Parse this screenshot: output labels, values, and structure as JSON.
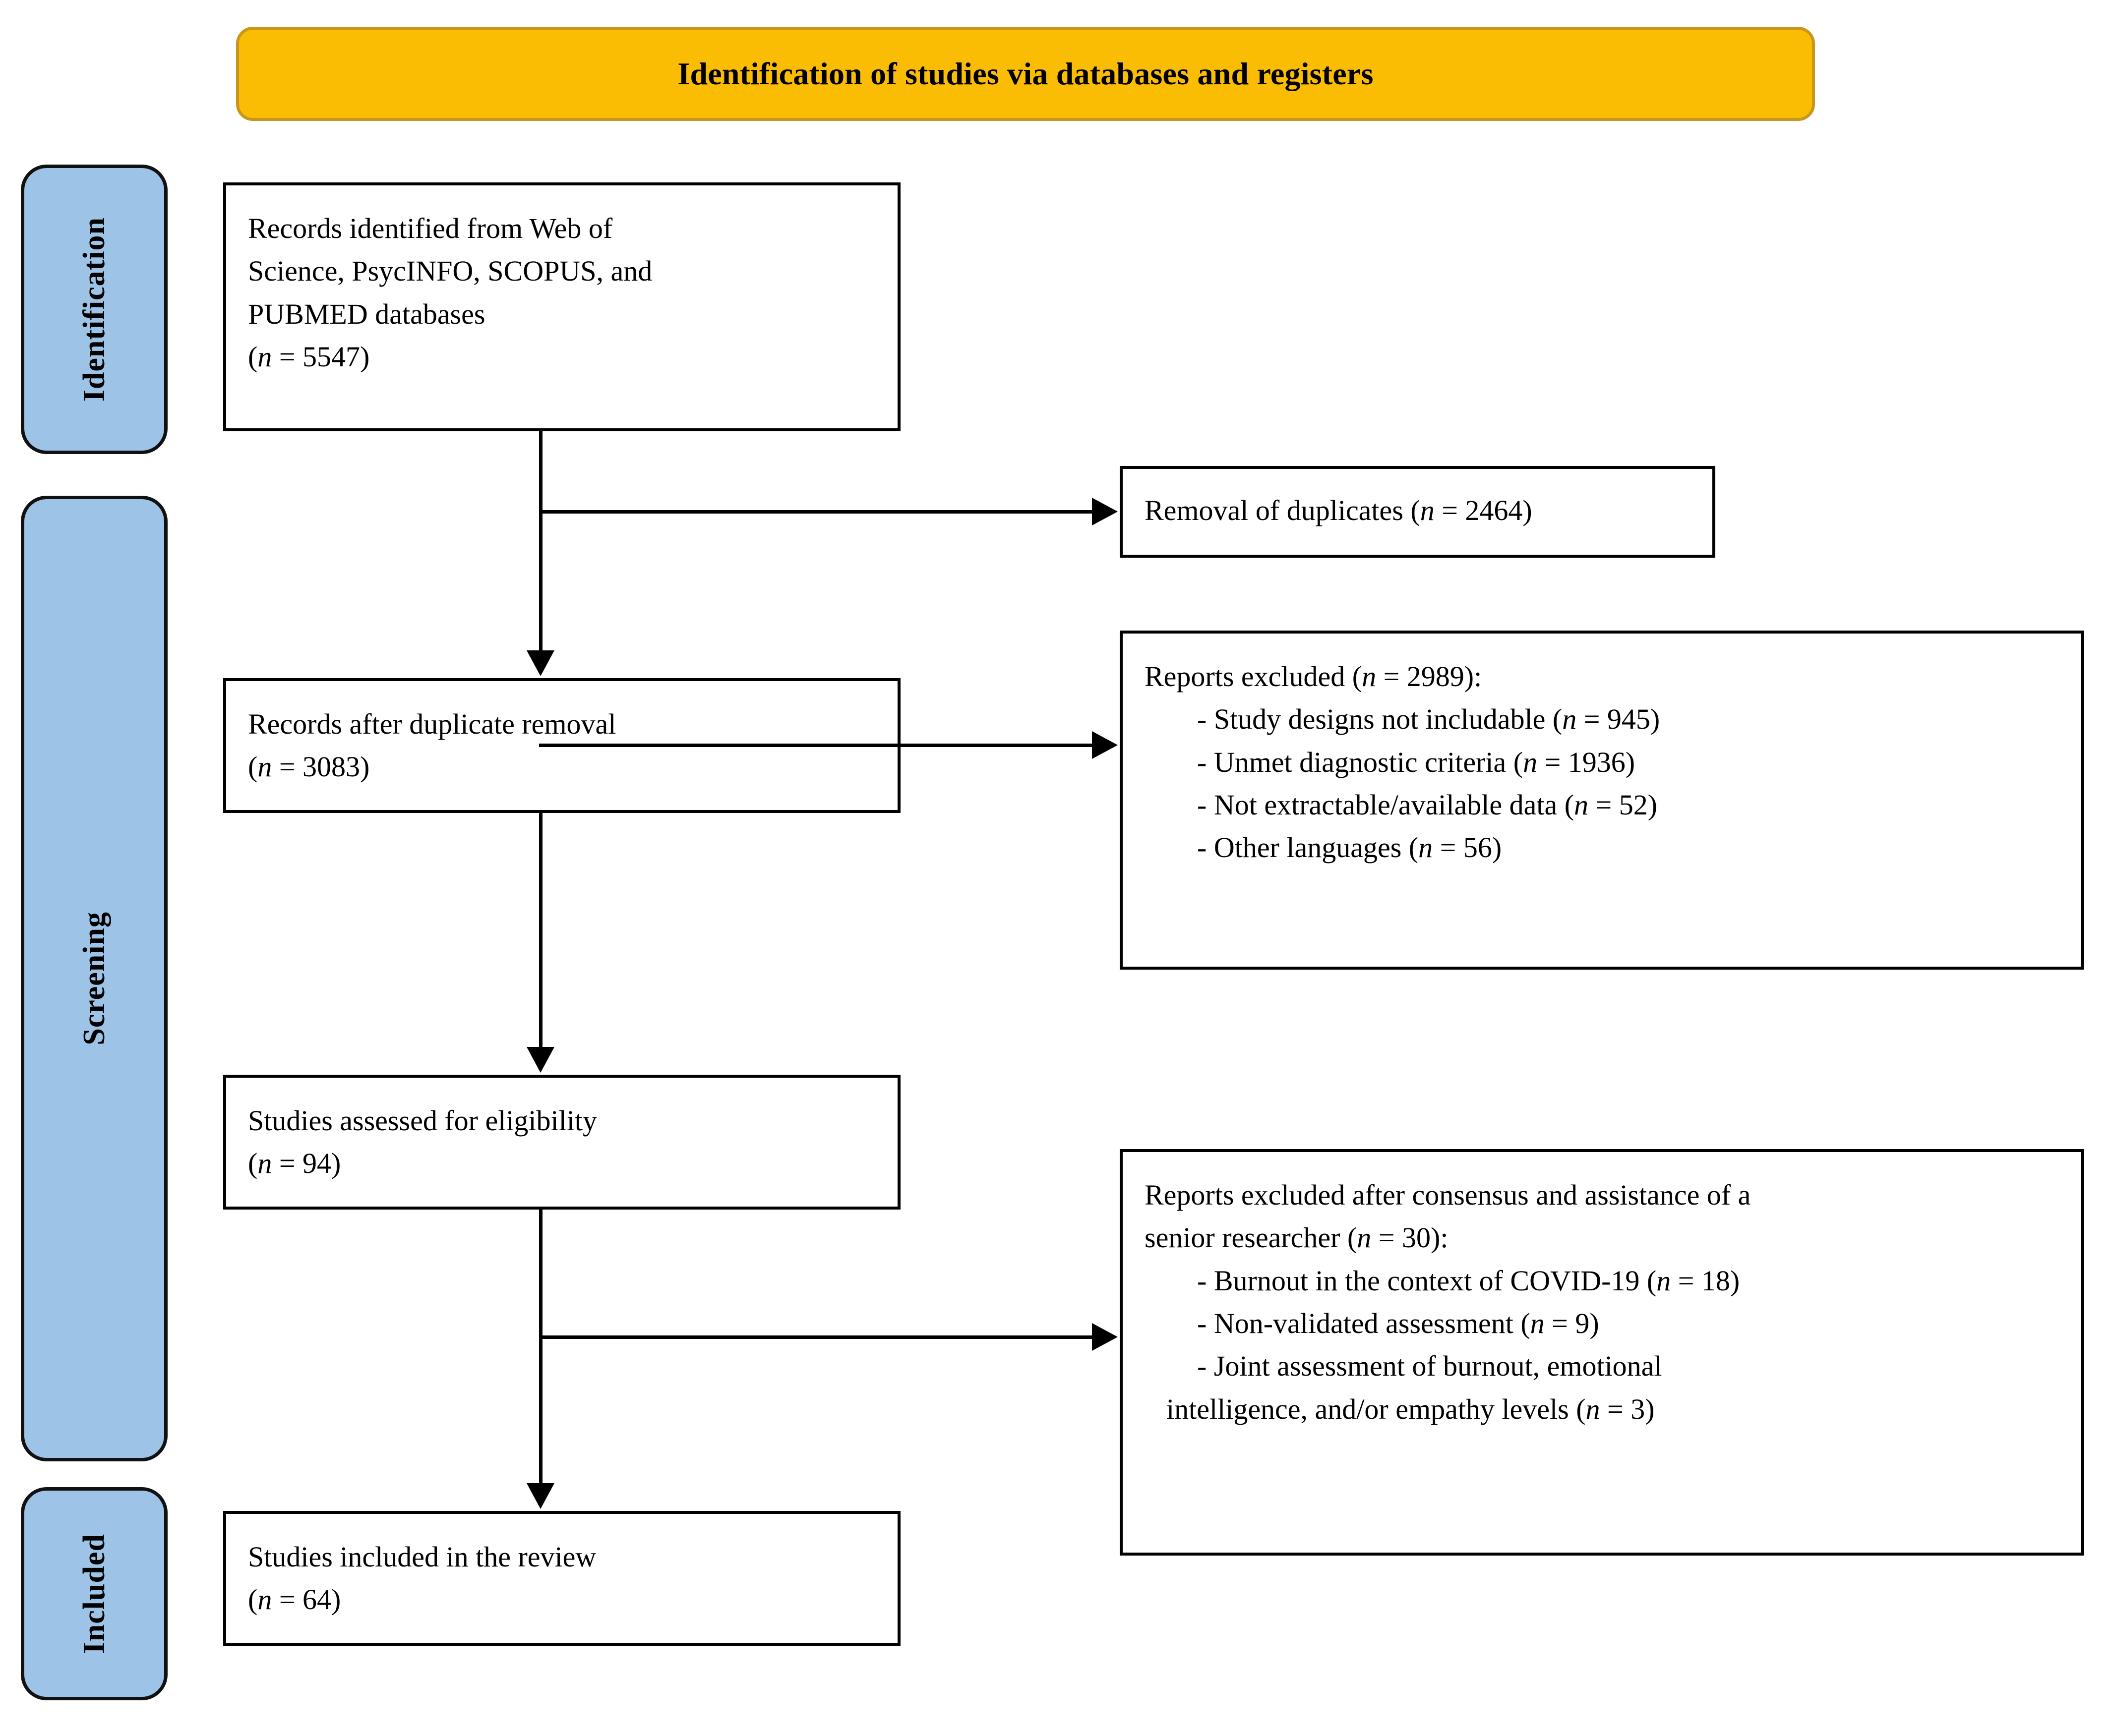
{
  "header": {
    "title": "Identification of studies via databases and registers"
  },
  "stages": [
    {
      "id": "identification",
      "label": "Identification"
    },
    {
      "id": "screening",
      "label": "Screening"
    },
    {
      "id": "included",
      "label": "Included"
    }
  ],
  "boxes": {
    "identified": {
      "line1": "Records identified from Web of",
      "line2": "Science, PsycINFO, SCOPUS, and",
      "line3": "PUBMED databases",
      "count_open": "(",
      "count_n": "n",
      "count_value": " = 5547)"
    },
    "duplicates": {
      "text": "Removal of duplicates (",
      "count_n": "n",
      "count_value": " = 2464)"
    },
    "after_duplicates": {
      "line1": "Records after duplicate removal",
      "count_open": "(",
      "count_n": "n",
      "count_value": " = 3083)"
    },
    "excluded_1": {
      "heading_pre": "Reports excluded (",
      "heading_n": "n",
      "heading_post": " = 2989):",
      "items": [
        {
          "text": "- Study designs not includable (",
          "n": "n",
          "value": " = 945)"
        },
        {
          "text": "- Unmet diagnostic criteria (",
          "n": "n",
          "value": " = 1936)"
        },
        {
          "text": "- Not extractable/available data (",
          "n": "n",
          "value": " = 52)"
        },
        {
          "text": "- Other languages (",
          "n": "n",
          "value": " = 56)"
        }
      ]
    },
    "eligibility": {
      "line1": "Studies assessed for eligibility",
      "count_open": "(",
      "count_n": "n",
      "count_value": " = 94)"
    },
    "excluded_2": {
      "heading_line1": "Reports excluded after consensus and assistance of a",
      "heading_line2_pre": "senior researcher (",
      "heading_n": "n",
      "heading_post": " = 30):",
      "items": [
        {
          "text": "- Burnout in the context of COVID-19 (",
          "n": "n",
          "value": " = 18)"
        },
        {
          "text": "- Non-validated assessment (",
          "n": "n",
          "value": " = 9)"
        },
        {
          "text": "- Joint assessment of burnout, emotional",
          "n": "",
          "value": ""
        }
      ],
      "item3_cont_pre": "intelligence, and/or empathy levels (",
      "item3_cont_n": "n",
      "item3_cont_post": " = 3)"
    },
    "included": {
      "line1": "Studies included in the review",
      "count_open": "(",
      "count_n": "n",
      "count_value": " = 64)"
    }
  },
  "colors": {
    "banner_fill": "#FBBC04",
    "banner_border": "#C8961A",
    "stage_fill": "#9DC3E6",
    "outline": "#000000"
  }
}
